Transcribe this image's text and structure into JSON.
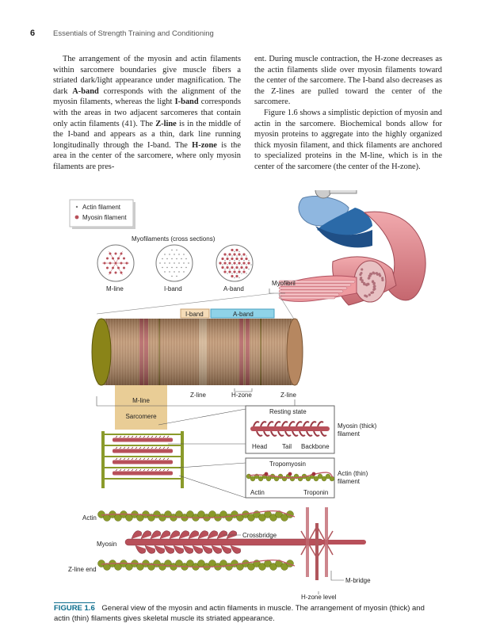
{
  "header": {
    "page_number": "6",
    "running_title": "Essentials of Strength Training and Conditioning"
  },
  "body": {
    "left": {
      "p1": [
        {
          "t": "The arrangement of the myosin and actin filaments within sarcomere boundaries give muscle fibers a striated dark/light appearance under magnification. The dark "
        },
        {
          "t": "A-band",
          "b": true
        },
        {
          "t": " corresponds with the alignment of the myosin filaments, whereas the light "
        },
        {
          "t": "I-band",
          "b": true
        },
        {
          "t": " corresponds with the areas in two adjacent sarcomeres that contain only actin filaments (41). The "
        },
        {
          "t": "Z-line",
          "b": true
        },
        {
          "t": " is in the middle of the I-band and appears as a thin, dark line running longitudinally through the I-band. The "
        },
        {
          "t": "H-zone",
          "b": true
        },
        {
          "t": " is the area in the center of the sarcomere, where only myosin filaments are pres-"
        }
      ]
    },
    "right": {
      "p1": "ent. During muscle contraction, the H-zone decreases as the actin filaments slide over myosin filaments toward the center of the sarcomere. The I-band also decreases as the Z-lines are pulled toward the center of the sarcomere.",
      "p2": "Figure 1.6 shows a simplistic depiction of myosin and actin in the sarcomere. Biochemical bonds allow for myosin proteins to aggregate into the highly organized thick myosin filament, and thick filaments are anchored to specialized proteins in the M-line, which is in the center of the sarcomere (the center of the H-zone)."
    }
  },
  "figure": {
    "legend": {
      "actin": "Actin filament",
      "myosin": "Myosin filament"
    },
    "cross_sections_title": "Myofilaments (cross sections)",
    "cross_labels": [
      "M-line",
      "I-band",
      "A-band"
    ],
    "myofibril": "Myofibril",
    "band_labels": {
      "i_band": "I-band",
      "a_band": "A-band"
    },
    "lower_labels": {
      "z_line_1": "Z-line",
      "h_zone": "H-zone",
      "z_line_2": "Z-line",
      "m_line": "M-line",
      "sarcomere": "Sarcomere"
    },
    "myosin_box": {
      "title": "Resting state",
      "head": "Head",
      "tail": "Tail",
      "backbone": "Backbone",
      "side_1": "Myosin (thick)",
      "side_2": "filament"
    },
    "actin_box": {
      "title": "Tropomyosin",
      "actin": "Actin",
      "troponin": "Troponin",
      "side_1": "Actin (thin)",
      "side_2": "filament"
    },
    "bottom": {
      "actin": "Actin",
      "myosin": "Myosin",
      "z_line_end": "Z-line end",
      "crossbridge": "Crossbridge",
      "m_bridge": "M-bridge",
      "h_zone_level": "H-zone level"
    },
    "colors": {
      "actin": "#8a9a2a",
      "myosin": "#b8505a",
      "band_i": "#f5dcb8",
      "band_a": "#8fd3e8",
      "fiber": "#c9a07a",
      "sarcomere": "#e9cd96",
      "caption": "#0a6c8c"
    }
  },
  "caption": {
    "label": "FIGURE 1.6",
    "text": "General view of the myosin and actin filaments in muscle. The arrangement of myosin (thick) and actin (thin) filaments gives skeletal muscle its striated appearance."
  }
}
